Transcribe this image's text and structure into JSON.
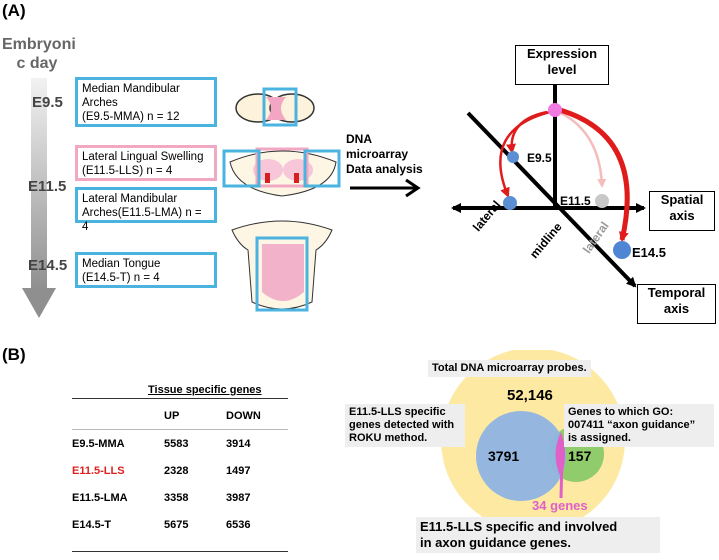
{
  "panelA": {
    "label": "(A)",
    "day_title_1": "Embryoni",
    "day_title_2": "c day",
    "days": [
      "E9.5",
      "E11.5",
      "E14.5"
    ],
    "tissues": [
      {
        "line1": "Median Mandibular",
        "line2": "Arches",
        "line3": "(E9.5-MMA) n = 12"
      },
      {
        "line1": "Lateral Lingual Swelling",
        "line2": "(E11.5-LLS)  n = 4"
      },
      {
        "line1": "Lateral Mandibular",
        "line2": "Arches(E11.5-LMA) n = 4"
      },
      {
        "line1": "Median Tongue",
        "line2": "(E14.5-T) n = 4"
      }
    ],
    "analysis_1": "DNA",
    "analysis_2": "microarray",
    "analysis_3": "Data analysis",
    "axis_expression_1": "Expression",
    "axis_expression_2": "level",
    "axis_spatial_1": "Spatial",
    "axis_spatial_2": "axis",
    "axis_temporal_1": "Temporal",
    "axis_temporal_2": "axis",
    "point_e95": "E9.5",
    "point_e115": "E11.5",
    "point_e145": "E14.5",
    "label_lateral_left": "lateral",
    "label_midline": "midline",
    "label_lateral_right": "lateral",
    "colors": {
      "box_blue": "#4ab3e0",
      "box_pink": "#f2a8c2",
      "arrow_red": "#e01b1b",
      "node_blue": "#5b8fd4",
      "node_pink": "#f07ae0"
    }
  },
  "panelB": {
    "label": "(B)",
    "table": {
      "title": "Tissue specific genes",
      "headers": [
        "UP",
        "DOWN"
      ],
      "rows": [
        {
          "name": "E9.5-MMA",
          "up": "5583",
          "down": "3914"
        },
        {
          "name": "E11.5-LLS",
          "up": "2328",
          "down": "1497"
        },
        {
          "name": "E11.5-LMA",
          "up": "3358",
          "down": "3987"
        },
        {
          "name": "E14.5-T",
          "up": "5675",
          "down": "6536"
        }
      ],
      "highlight_color": "#e02020"
    },
    "venn": {
      "total_label": "Total DNA microarray probes.",
      "total_value": "52,146",
      "lls_label_1": "E11.5-LLS specific",
      "lls_label_2": "genes detected with",
      "lls_label_3": "ROKU method.",
      "go_label_1": "Genes to which GO:",
      "go_label_2": "007411 “axon guidance”",
      "go_label_3": "is assigned.",
      "lls_value": "3791",
      "go_value": "157",
      "overlap_label": "34 genes",
      "summary_1": "E11.5-LLS specific and involved",
      "summary_2": "in axon guidance genes.",
      "colors": {
        "outer": "#fde9a2",
        "lls": "#8fb4e3",
        "go": "#90cc6b",
        "overlap": "#e060c8"
      }
    }
  }
}
